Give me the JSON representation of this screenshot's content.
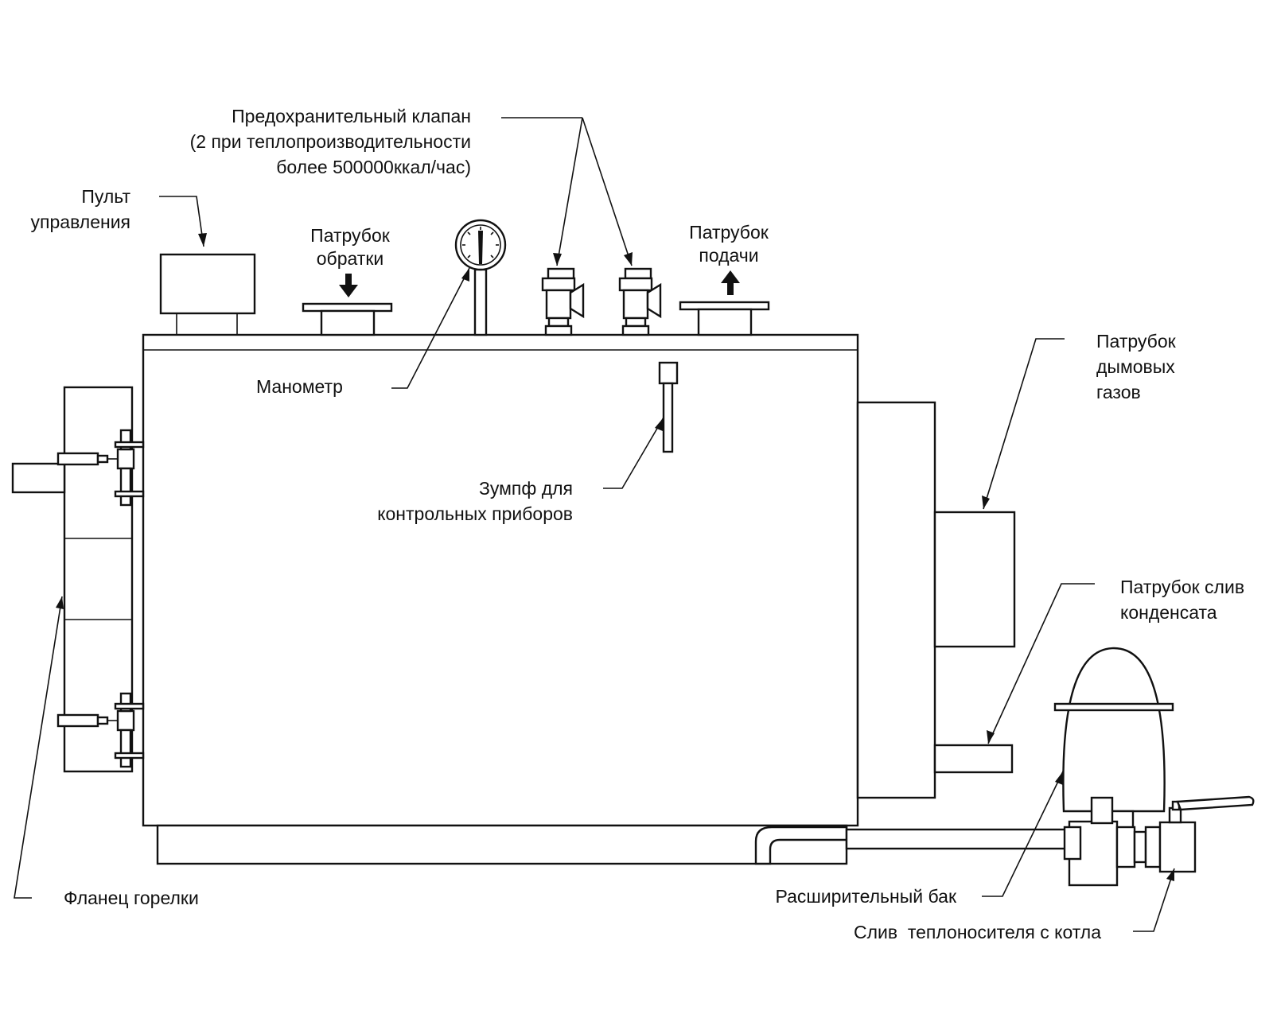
{
  "labels": {
    "safety_valve": [
      "Предохранительный клапан",
      "(2 при теплопроизводительности",
      "более 500000ккал/час)"
    ],
    "control_panel": [
      "Пульт",
      "управления"
    ],
    "return_nozzle": [
      "Патрубок",
      "обратки"
    ],
    "supply_nozzle": [
      "Патрубок",
      "подачи"
    ],
    "manometer": "Манометр",
    "sump": [
      "Зумпф для",
      "контрольных приборов"
    ],
    "flue_nozzle": [
      "Патрубок",
      "дымовых",
      "газов"
    ],
    "condensate_nozzle": [
      "Патрубок слив",
      "конденсата"
    ],
    "burner_flange": "Фланец горелки",
    "expansion_tank": "Расширительный бак",
    "coolant_drain": "Слив  теплоносителя с котла"
  },
  "colors": {
    "line": "#111111",
    "background": "#ffffff"
  },
  "icons": [
    "manometer-icon",
    "valve-icon",
    "arrow-down-icon",
    "arrow-up-icon",
    "ball-valve-icon"
  ]
}
